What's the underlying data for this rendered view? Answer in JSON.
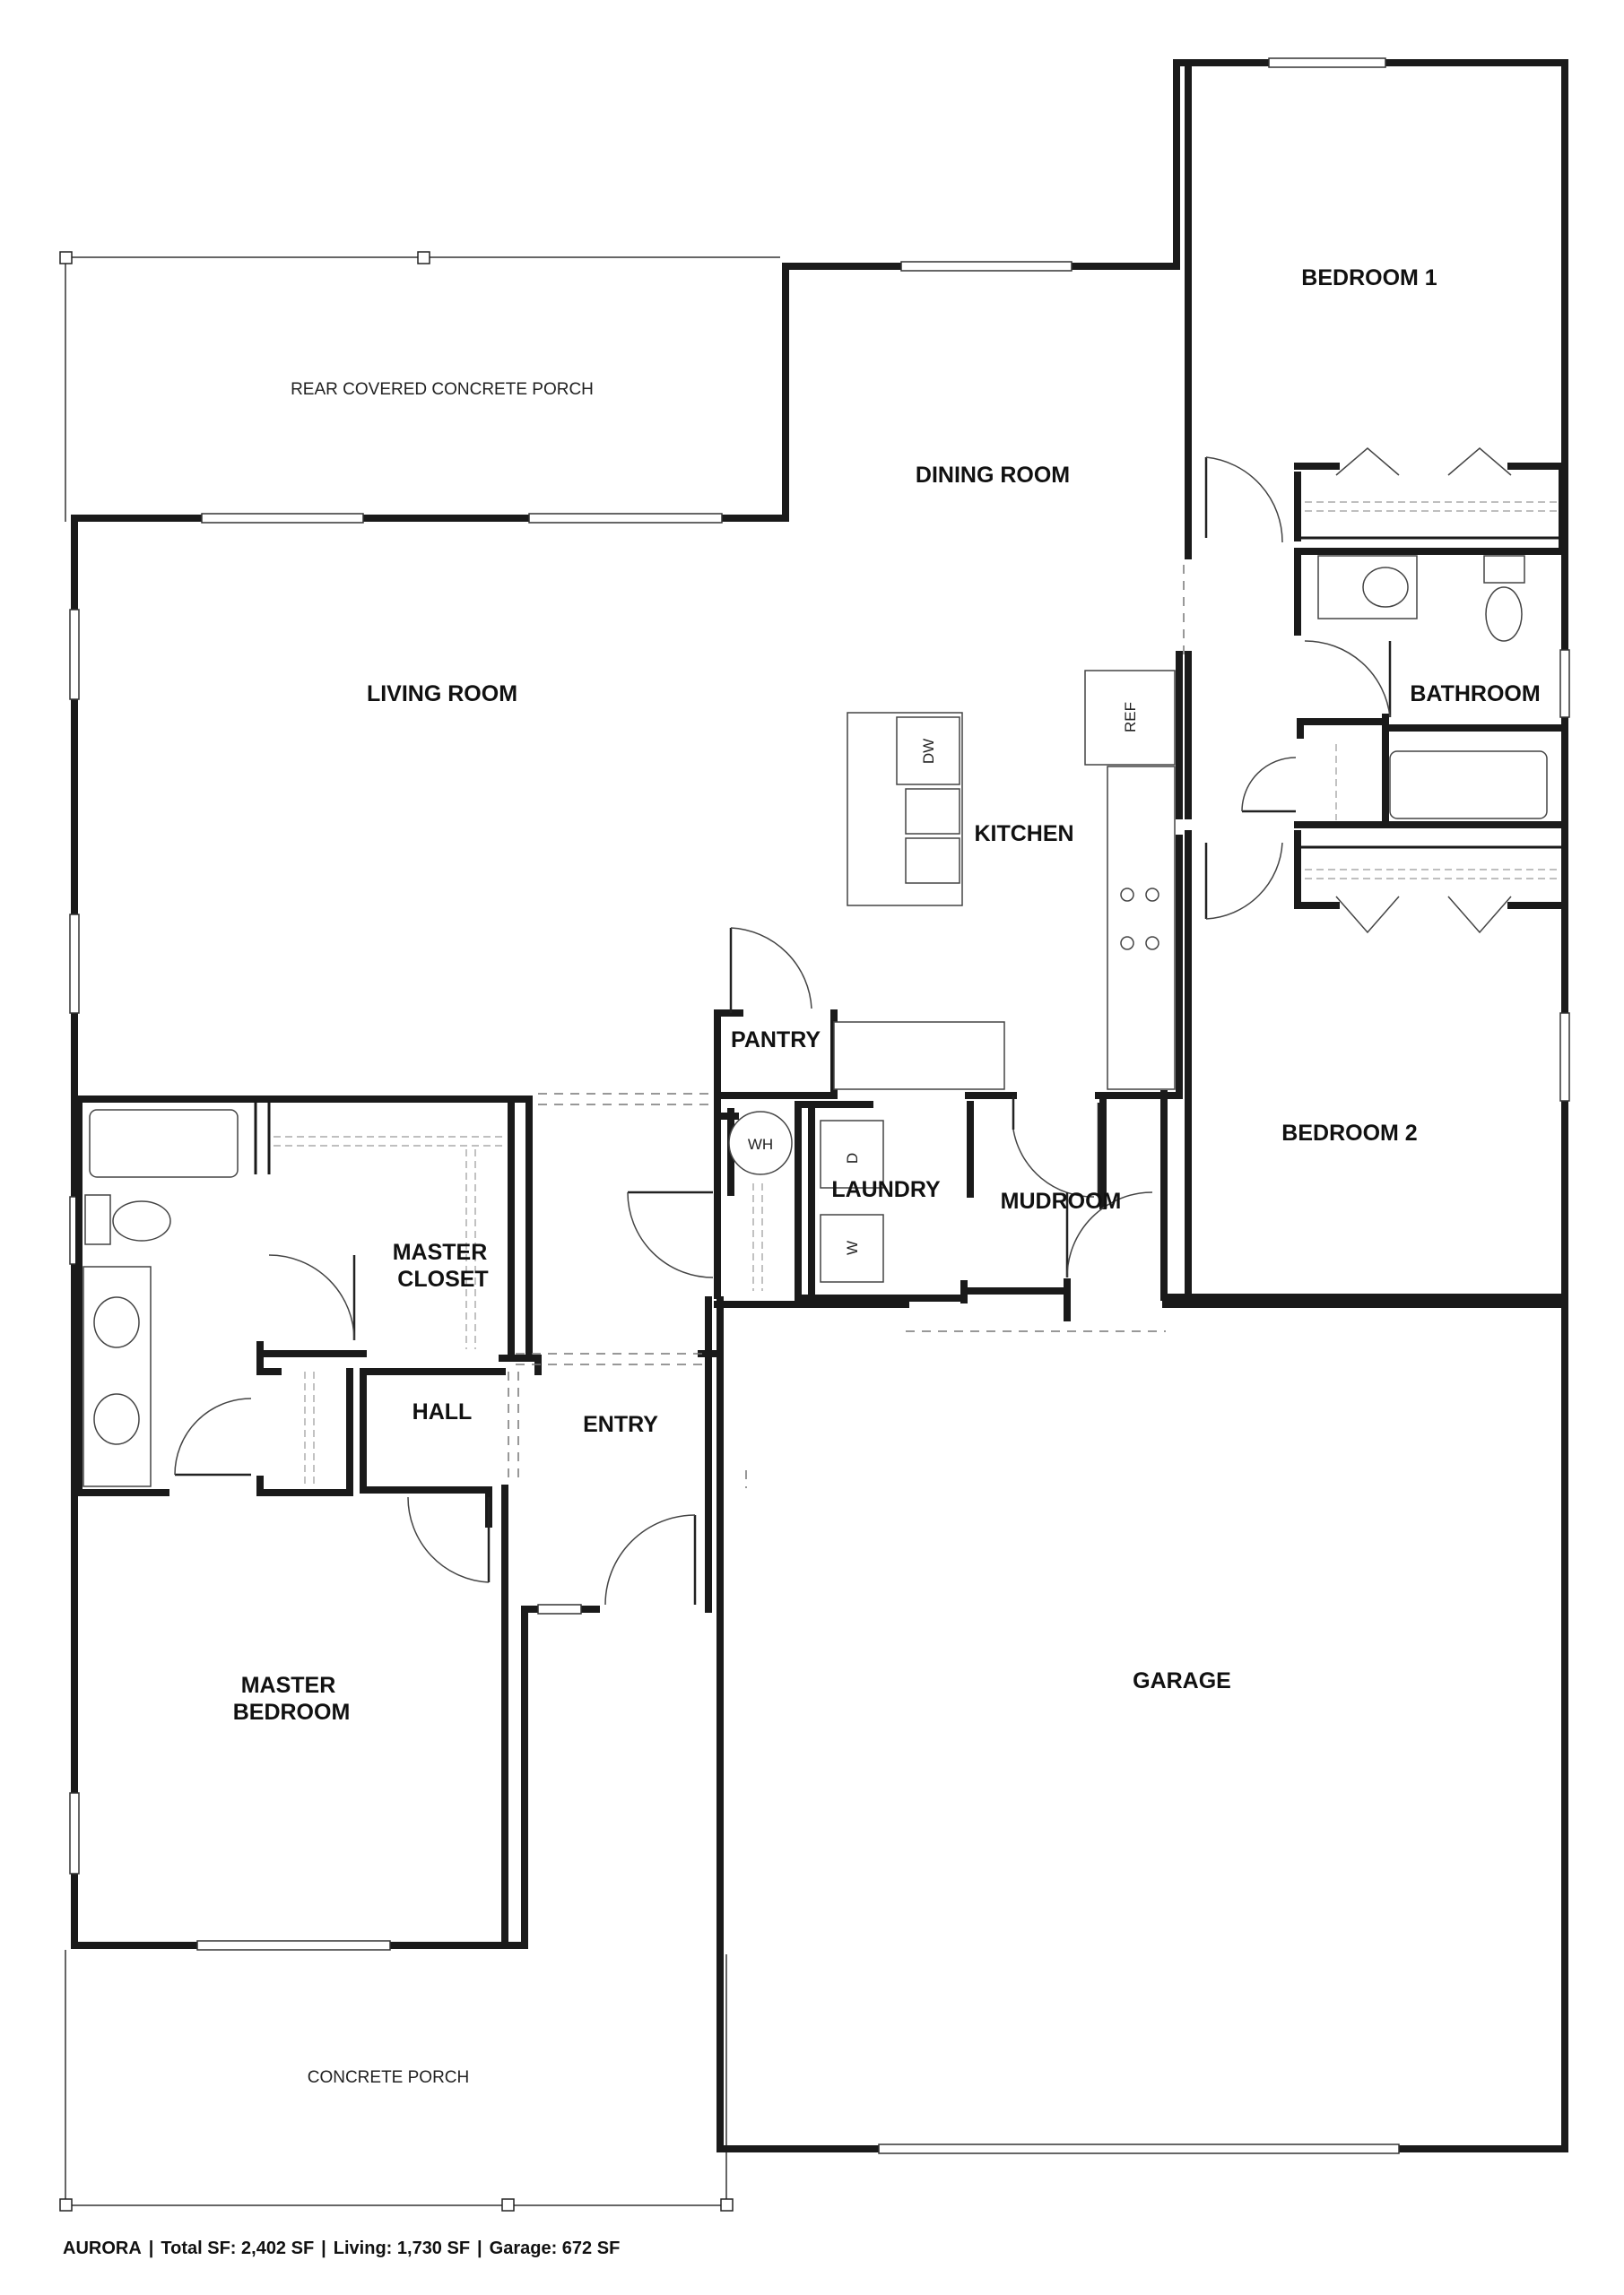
{
  "rooms": {
    "bedroom_1": "BEDROOM 1",
    "rear_porch": "REAR COVERED CONCRETE PORCH",
    "dining_room": "DINING ROOM",
    "living_room": "LIVING ROOM",
    "bathroom": "BATHROOM",
    "kitchen": "KITCHEN",
    "pantry": "PANTRY",
    "bedroom_2": "BEDROOM 2",
    "laundry": "LAUNDRY",
    "mudroom": "MUDROOM",
    "master_closet_line1": "MASTER",
    "master_closet_line2": "CLOSET",
    "hall": "HALL",
    "entry": "ENTRY",
    "garage": "GARAGE",
    "master_bedroom_line1": "MASTER",
    "master_bedroom_line2": "BEDROOM",
    "front_porch": "CONCRETE PORCH"
  },
  "fixtures": {
    "refrigerator": "REF",
    "dishwasher": "DW",
    "water_heater": "WH",
    "dryer": "D",
    "washer": "W"
  },
  "summary": {
    "plan_name": "AURORA",
    "total": "Total SF: 2,402 SF",
    "living": "Living: 1,730 SF",
    "garage": "Garage: 672 SF",
    "separator": "|"
  }
}
